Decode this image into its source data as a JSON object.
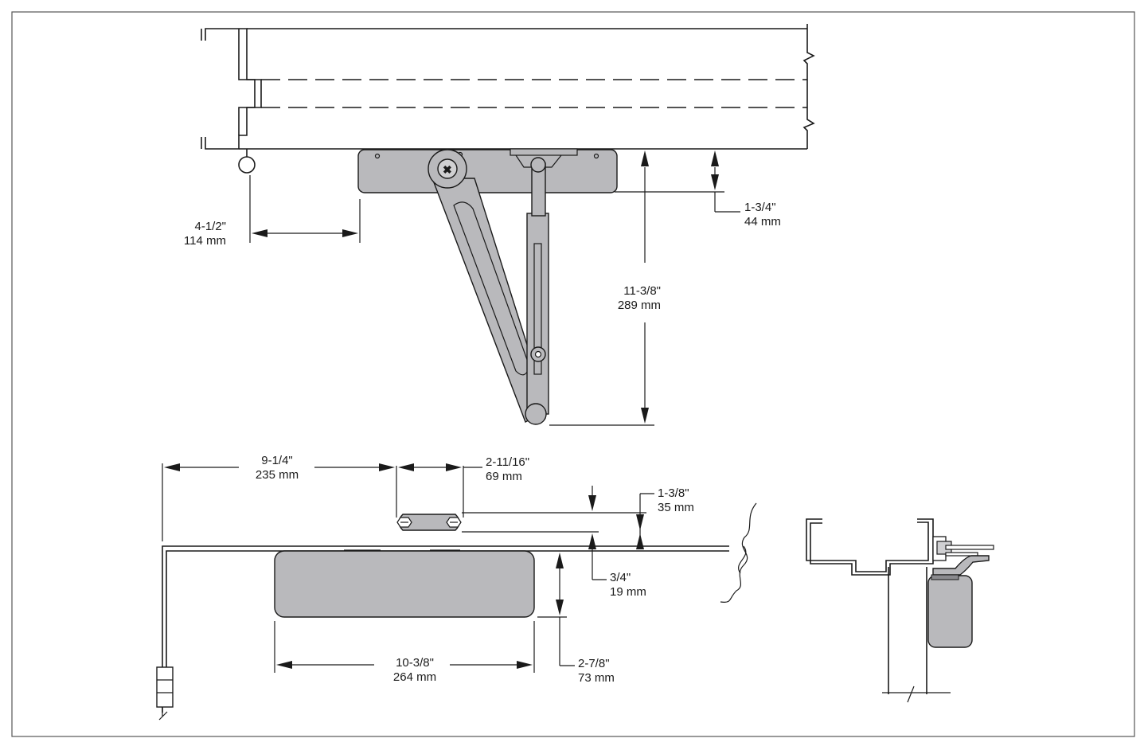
{
  "dimensions": {
    "frame_offset": {
      "imperial": "4-1/2\"",
      "metric": "114 mm"
    },
    "body_depth_top": {
      "imperial": "1-3/4\"",
      "metric": "44 mm"
    },
    "arm_projection": {
      "imperial": "11-3/8\"",
      "metric": "289 mm"
    },
    "hinge_to_shoe": {
      "imperial": "9-1/4\"",
      "metric": "235 mm"
    },
    "shoe_length": {
      "imperial": "2-11/16\"",
      "metric": "69 mm"
    },
    "shoe_height": {
      "imperial": "1-3/8\"",
      "metric": "35 mm"
    },
    "shoe_offset": {
      "imperial": "3/4\"",
      "metric": "19 mm"
    },
    "body_length": {
      "imperial": "10-3/8\"",
      "metric": "264 mm"
    },
    "body_height": {
      "imperial": "2-7/8\"",
      "metric": "73 mm"
    }
  },
  "colors": {
    "line": "#1a1a1a",
    "body_fill": "#b9b9bc",
    "background": "#ffffff"
  }
}
